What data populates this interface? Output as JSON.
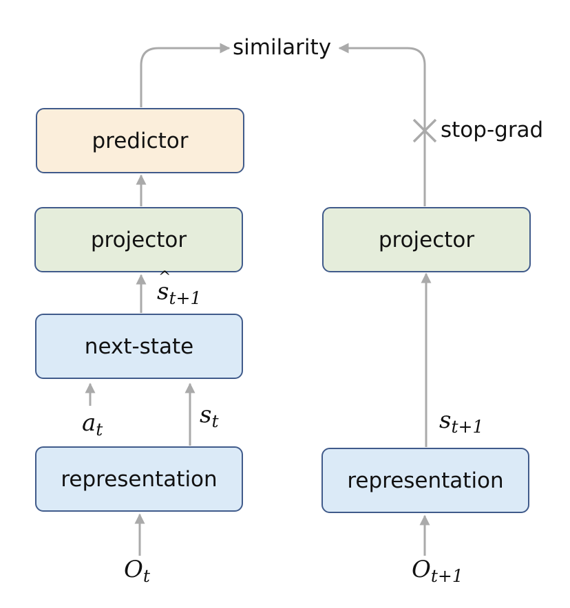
{
  "colors": {
    "predictor_fill": "#fbeedb",
    "projector_fill": "#e5eddb",
    "state_fill": "#dbeaf7",
    "border": "#3f5a8a",
    "arrow": "#aaaaaa"
  },
  "boxes": {
    "predictor": "predictor",
    "projector_left": "projector",
    "projector_right": "projector",
    "next_state": "next-state",
    "representation_left": "representation",
    "representation_right": "representation"
  },
  "labels": {
    "similarity": "similarity",
    "stop_grad": "stop-grad",
    "s_hat_base": "s",
    "s_hat_sub": "t+1",
    "a_base": "a",
    "a_sub": "t",
    "s_t_base": "s",
    "s_t_sub": "t",
    "s_t1_base": "s",
    "s_t1_sub": "t+1",
    "o_t_base": "O",
    "o_t_sub": "t",
    "o_t1_base": "O",
    "o_t1_sub": "t+1"
  }
}
